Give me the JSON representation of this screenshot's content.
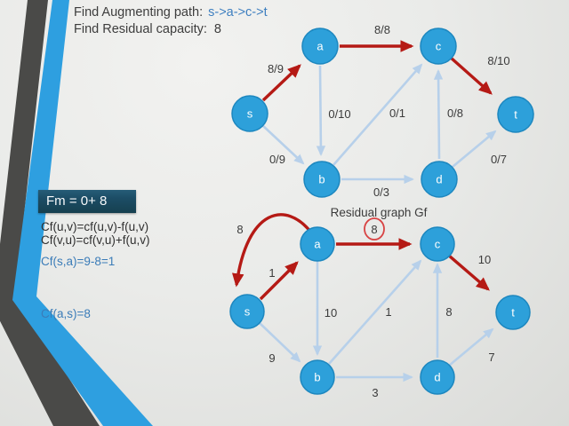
{
  "slide": {
    "header": {
      "find_augmenting_label": "Find Augmenting path:",
      "augmenting_path": "s->a->c->t",
      "find_residual_label": "Find Residual capacity:",
      "residual_capacity": "8"
    },
    "left_panel": {
      "fm_box": "Fm = 0+ 8",
      "formula_cf_uv": "Cf(u,v)=cf(u,v)-f(u,v)",
      "formula_cf_vu": "Cf(v,u)=cf(v,u)+f(u,v)",
      "cf_sa": "Cf(s,a)=9-8=1",
      "cf_as": "Cf(a,s)=8"
    },
    "colors": {
      "node_fill": "#2da0da",
      "node_border": "#1d87bf",
      "augmenting_edge_red": "#b51a15",
      "normal_edge_blue": "#b7d0ea",
      "accent_blue_text": "#3e7fc0",
      "formula_blue_text": "#3b7cb8",
      "stripe_blue": "#2e9fe0",
      "stripe_gray": "#4a4a48",
      "fm_box_bg": "#1c4d66",
      "highlight_circle_red": "#d84343"
    }
  },
  "flow_graph": {
    "nodes": [
      {
        "id": "s",
        "label": "s"
      },
      {
        "id": "a",
        "label": "a"
      },
      {
        "id": "b",
        "label": "b"
      },
      {
        "id": "c",
        "label": "c"
      },
      {
        "id": "d",
        "label": "d"
      },
      {
        "id": "t",
        "label": "t"
      }
    ],
    "edges": [
      {
        "from": "s",
        "to": "a",
        "label": "8/9",
        "highlighted": true
      },
      {
        "from": "a",
        "to": "c",
        "label": "8/8",
        "highlighted": true
      },
      {
        "from": "c",
        "to": "t",
        "label": "8/10",
        "highlighted": true
      },
      {
        "from": "s",
        "to": "b",
        "label": "0/9",
        "highlighted": false
      },
      {
        "from": "a",
        "to": "b",
        "label": "0/10",
        "highlighted": false
      },
      {
        "from": "b",
        "to": "c",
        "label": "0/1",
        "highlighted": false
      },
      {
        "from": "d",
        "to": "c",
        "label": "0/8",
        "highlighted": false
      },
      {
        "from": "b",
        "to": "d",
        "label": "0/3",
        "highlighted": false
      },
      {
        "from": "d",
        "to": "t",
        "label": "0/7",
        "highlighted": false
      }
    ]
  },
  "residual_graph": {
    "title": "Residual graph Gf",
    "nodes": [
      {
        "id": "s",
        "label": "s"
      },
      {
        "id": "a",
        "label": "a"
      },
      {
        "id": "b",
        "label": "b"
      },
      {
        "id": "c",
        "label": "c"
      },
      {
        "id": "d",
        "label": "d"
      },
      {
        "id": "t",
        "label": "t"
      }
    ],
    "edges": [
      {
        "from": "a",
        "to": "s",
        "label": "8",
        "highlighted": true,
        "curved": true
      },
      {
        "from": "s",
        "to": "a",
        "label": "1",
        "highlighted": true
      },
      {
        "from": "a",
        "to": "c",
        "label": "8",
        "highlighted": true,
        "circled": true
      },
      {
        "from": "c",
        "to": "t",
        "label": "10",
        "highlighted": true
      },
      {
        "from": "s",
        "to": "b",
        "label": "9",
        "highlighted": false
      },
      {
        "from": "a",
        "to": "b",
        "label": "10",
        "highlighted": false
      },
      {
        "from": "b",
        "to": "c",
        "label": "1",
        "highlighted": false
      },
      {
        "from": "d",
        "to": "c",
        "label": "8",
        "highlighted": false
      },
      {
        "from": "b",
        "to": "d",
        "label": "3",
        "highlighted": false
      },
      {
        "from": "d",
        "to": "t",
        "label": "7",
        "highlighted": false
      }
    ]
  }
}
